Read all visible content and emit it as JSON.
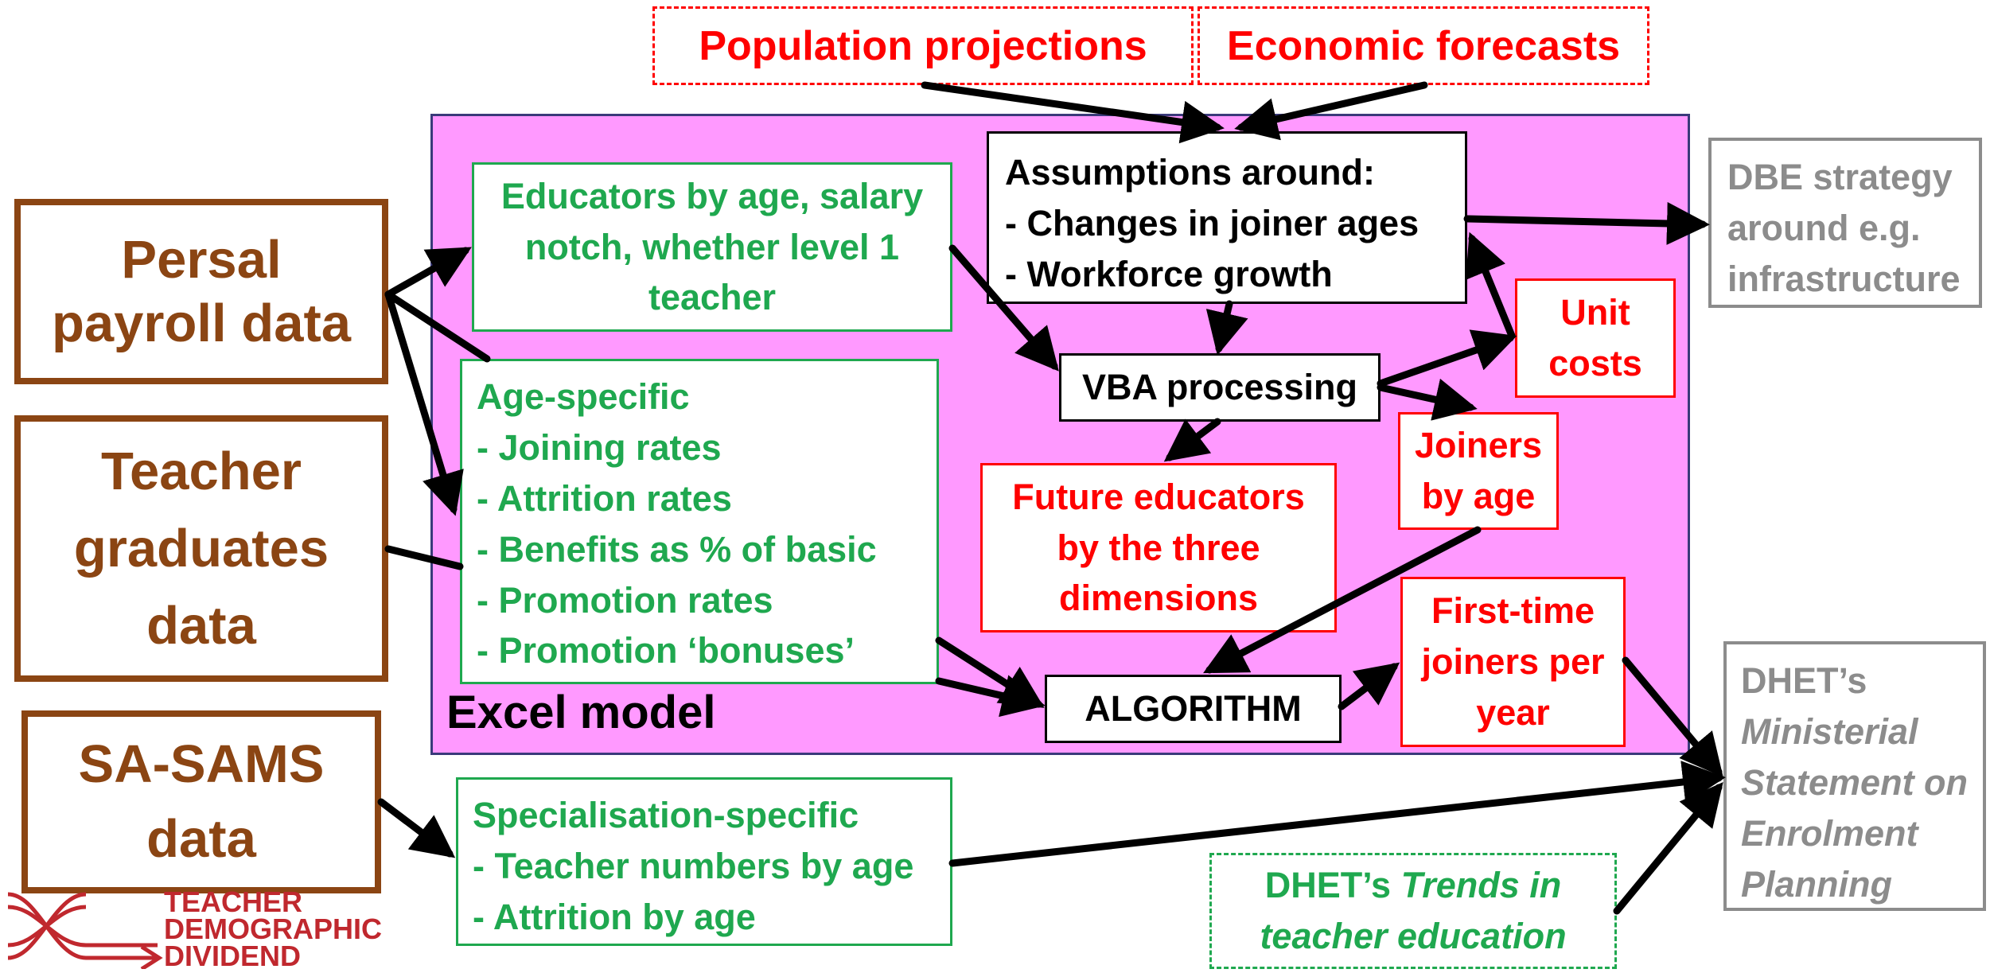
{
  "top_inputs": {
    "population": "Population projections",
    "economic": "Economic forecasts"
  },
  "sources": {
    "persal": [
      "Persal",
      "payroll data"
    ],
    "graduates": [
      "Teacher",
      "graduates",
      "data"
    ],
    "sasams": [
      "SA-SAMS",
      "data"
    ]
  },
  "model": {
    "label": "Excel model",
    "educators_by_age": [
      "Educators by age, salary",
      "notch, whether level 1",
      "teacher"
    ],
    "age_specific": [
      "Age-specific",
      "- Joining rates",
      "- Attrition rates",
      "- Benefits as % of basic",
      "- Promotion rates",
      "- Promotion ‘bonuses’"
    ],
    "assumptions": [
      "Assumptions around:",
      "- Changes in joiner ages",
      "- Workforce growth"
    ],
    "vba": "VBA processing",
    "unit_costs": [
      "Unit",
      "costs"
    ],
    "joiners_by_age": [
      "Joiners",
      "by age"
    ],
    "future_educators": [
      "Future educators",
      "by the three",
      "dimensions"
    ],
    "first_time_joiners": [
      "First-time",
      "joiners per",
      "year"
    ],
    "algorithm": "ALGORITHM"
  },
  "specialisation": [
    "Specialisation-specific",
    "- Teacher numbers by age",
    "- Attrition by age"
  ],
  "dhet_trends": {
    "prefix": "DHET’s ",
    "italic1": "Trends in",
    "italic2": "teacher education"
  },
  "dbe_strategy": [
    "DBE strategy",
    "around e.g.",
    "infrastructure"
  ],
  "dhet_statement": {
    "first": "DHET’s",
    "italic": [
      "Ministerial",
      "Statement on",
      "Enrolment",
      "Planning"
    ]
  },
  "logo": [
    "TEACHER",
    "DEMOGRAPHIC",
    "DIVIDEND"
  ],
  "colors": {
    "source_brown": "#8b4513",
    "model_bg": "#ff99ff",
    "input_green": "#1fa84f",
    "output_red": "#ff0000",
    "external_gray": "#8c8c8c"
  }
}
